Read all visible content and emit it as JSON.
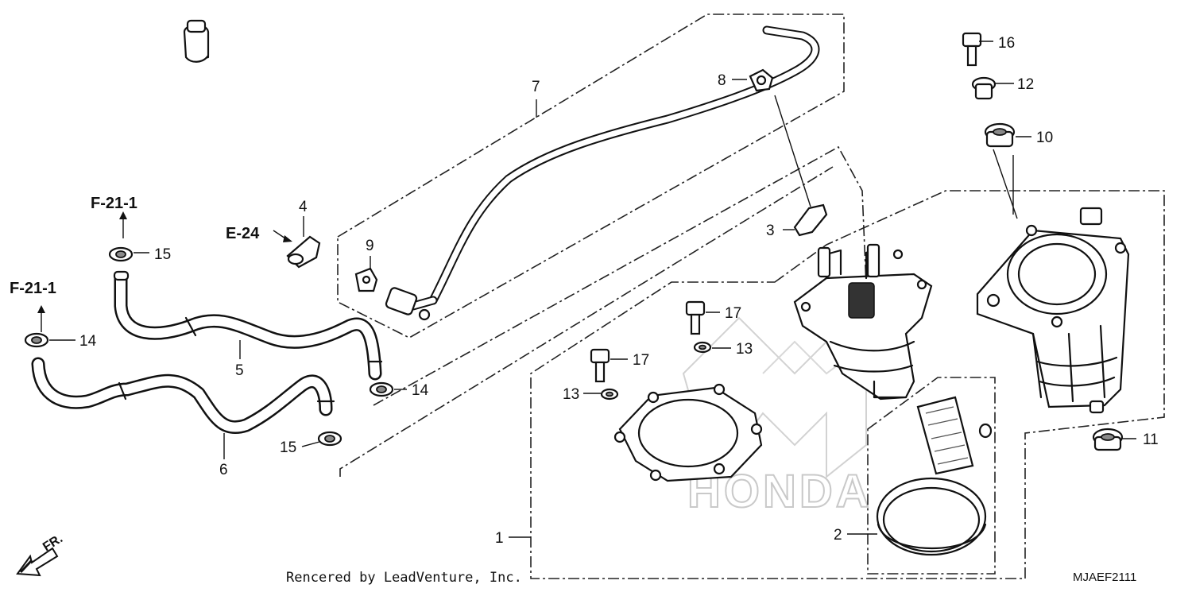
{
  "diagram": {
    "part_numbers": {
      "p1": "1",
      "p2": "2",
      "p3": "3",
      "p4": "4",
      "p5": "5",
      "p6": "6",
      "p7": "7",
      "p8": "8",
      "p9": "9",
      "p10": "10",
      "p11": "11",
      "p12": "12",
      "p13a": "13",
      "p13b": "13",
      "p14a": "14",
      "p14b": "14",
      "p15a": "15",
      "p15b": "15",
      "p16": "16",
      "p17a": "17",
      "p17b": "17"
    },
    "references": {
      "f21_top": "F-21-1",
      "f21_left": "F-21-1",
      "e24": "E-24"
    },
    "watermark": "HONDA",
    "direction_label": "FR.",
    "credit": "Rencered by LeadVenture, Inc.",
    "diagram_code": "MJAEF2111"
  }
}
